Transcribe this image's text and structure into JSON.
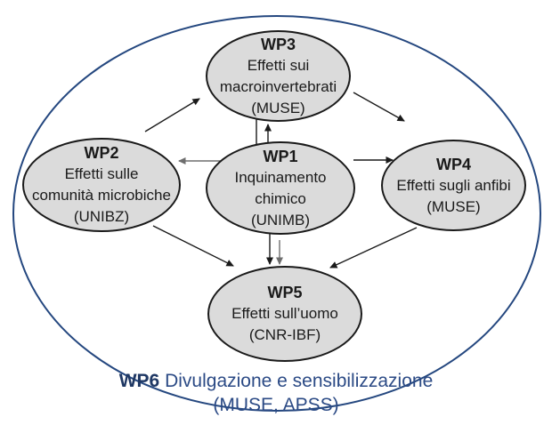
{
  "diagram": {
    "title_hint": "Work package relations diagram",
    "colors": {
      "outer_ellipse": "#24477f",
      "node_fill": "#dbdbdb",
      "node_border": "#1a1a1a",
      "arrow": "#1a1a1a",
      "arrow_secondary": "#7a7a7a",
      "footer_text": "#2b4a85",
      "footer_label": "#1f3864",
      "background": "#ffffff"
    },
    "nodes": [
      {
        "id": "wp3",
        "label": "WP3",
        "lines": [
          "Effetti sui",
          "macroinvertebrati",
          "(MUSE)"
        ]
      },
      {
        "id": "wp2",
        "label": "WP2",
        "lines": [
          "Effetti sulle",
          "comunità microbiche",
          "(UNIBZ)"
        ]
      },
      {
        "id": "wp1",
        "label": "WP1",
        "lines": [
          "Inquinamento",
          "chimico",
          "(UNIMB)"
        ]
      },
      {
        "id": "wp4",
        "label": "WP4",
        "lines": [
          "Effetti sugli anfibi",
          "(MUSE)"
        ]
      },
      {
        "id": "wp5",
        "label": "WP5",
        "lines": [
          "Effetti sull’uomo",
          "(CNR-IBF)"
        ]
      }
    ],
    "edges": [
      {
        "from": "WP2",
        "to": "WP3",
        "type": "arrow"
      },
      {
        "from": "WP3",
        "to": "WP4",
        "type": "arrow"
      },
      {
        "from": "WP1",
        "to": "WP2",
        "type": "arrow"
      },
      {
        "from": "WP1",
        "to": "WP4",
        "type": "arrow"
      },
      {
        "from": "WP1",
        "to": "WP3",
        "type": "arrow"
      },
      {
        "between": [
          "WP3",
          "WP1"
        ],
        "type": "plain-line"
      },
      {
        "from": "WP1",
        "to": "WP5",
        "type": "double-arrow"
      },
      {
        "from": "WP2",
        "to": "WP5",
        "type": "arrow"
      },
      {
        "from": "WP4",
        "to": "WP5",
        "type": "arrow"
      }
    ],
    "footer": {
      "label": "WP6",
      "text": " Divulgazione e sensibilizzazione",
      "line2": "(MUSE, APSS)"
    }
  }
}
